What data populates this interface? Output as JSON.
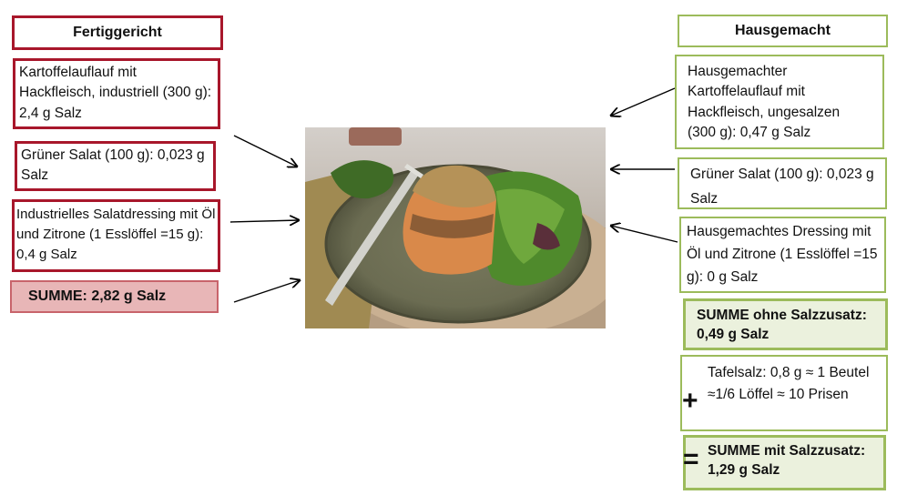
{
  "left": {
    "header": "Fertiggericht",
    "items": [
      "Kartoffelauflauf mit Hackfleisch, industriell (300 g): 2,4 g Salz",
      "Grüner Salat (100 g): 0,023 g Salz",
      "Industrielles Salatdressing mit Öl und Zitrone (1 Esslöffel =15 g): 0,4 g Salz"
    ],
    "sum": "SUMME: 2,82 g Salz"
  },
  "right": {
    "header": "Hausgemacht",
    "items": [
      "Hausgemachter Kartoffelauflauf mit Hackfleisch, ungesalzen (300 g): 0,47 g Salz",
      "Grüner Salat (100 g): 0,023 g Salz",
      "Hausgemachtes Dressing mit Öl und Zitrone (1 Esslöffel =15 g): 0 g Salz"
    ],
    "sum_without": "SUMME ohne Salzzusatz: 0,49 g Salz",
    "plus_symbol": "+",
    "table_salt": "Tafelsalz: 0,8 g ≈ 1 Beutel ≈1/6 Löffel ≈ 10 Prisen",
    "equals_symbol": "=",
    "sum_with": "SUMME mit Salzzusatz: 1,29 g Salz"
  },
  "photo": {
    "icon": "casserole-with-salad-photo"
  },
  "colors": {
    "red_border": "#a8172b",
    "red_fill": "#e8b6b7",
    "green_border": "#9cbb5b",
    "green_fill": "#ebf1dd"
  }
}
